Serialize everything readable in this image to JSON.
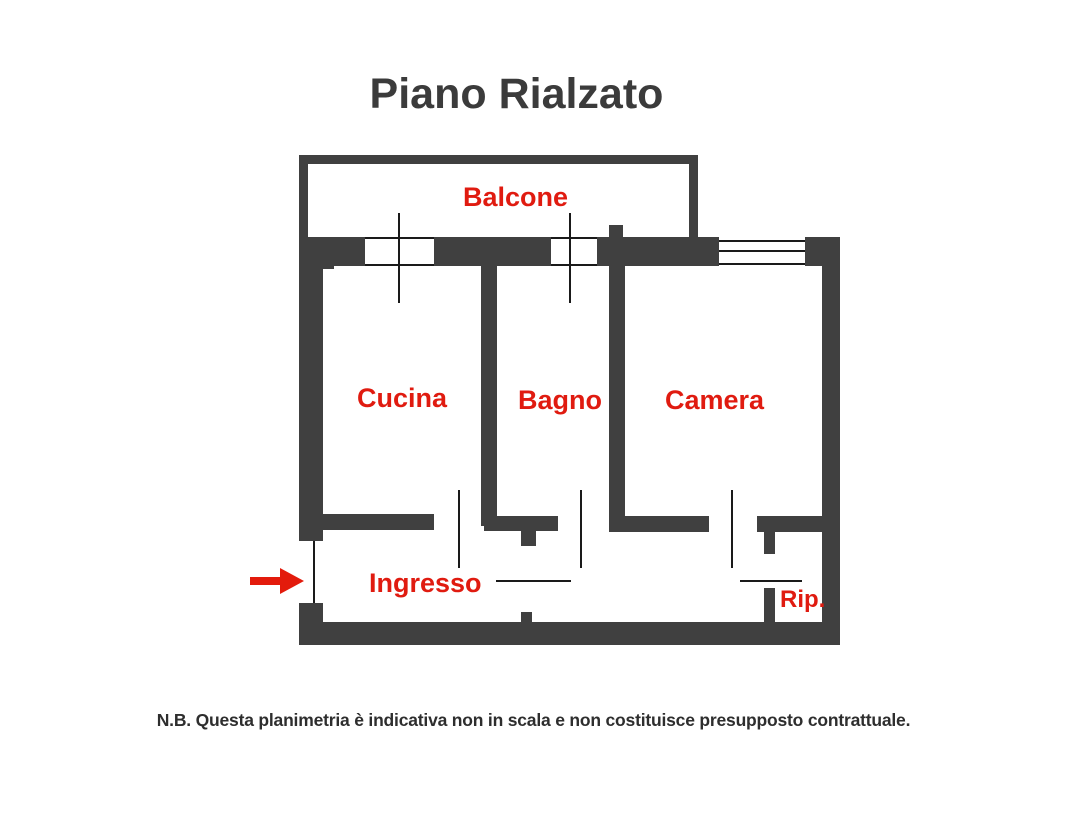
{
  "document": {
    "title": "Piano Rialzato",
    "footer_note": "N.B. Questa planimetria è indicativa non in scala e non costituisce presupposto contrattuale.",
    "colors": {
      "wall": "#404040",
      "label_red": "#E01B10",
      "title_gray": "#3B3B3B",
      "background": "#FFFFFF",
      "arrow_red": "#E31B0C"
    }
  },
  "floorplan": {
    "plan_title": "Piano Rialzato",
    "rooms": [
      {
        "id": "balcone",
        "label": "Balcone"
      },
      {
        "id": "cucina",
        "label": "Cucina"
      },
      {
        "id": "bagno",
        "label": "Bagno"
      },
      {
        "id": "camera",
        "label": "Camera"
      },
      {
        "id": "ingresso",
        "label": "Ingresso"
      },
      {
        "id": "ripostiglio",
        "label": "Rip."
      }
    ],
    "entrance": {
      "marker": "entrance-arrow",
      "direction": "right",
      "description": "Freccia rossa di ingresso"
    },
    "openings": {
      "windows": 3,
      "entry_door": 1
    }
  }
}
